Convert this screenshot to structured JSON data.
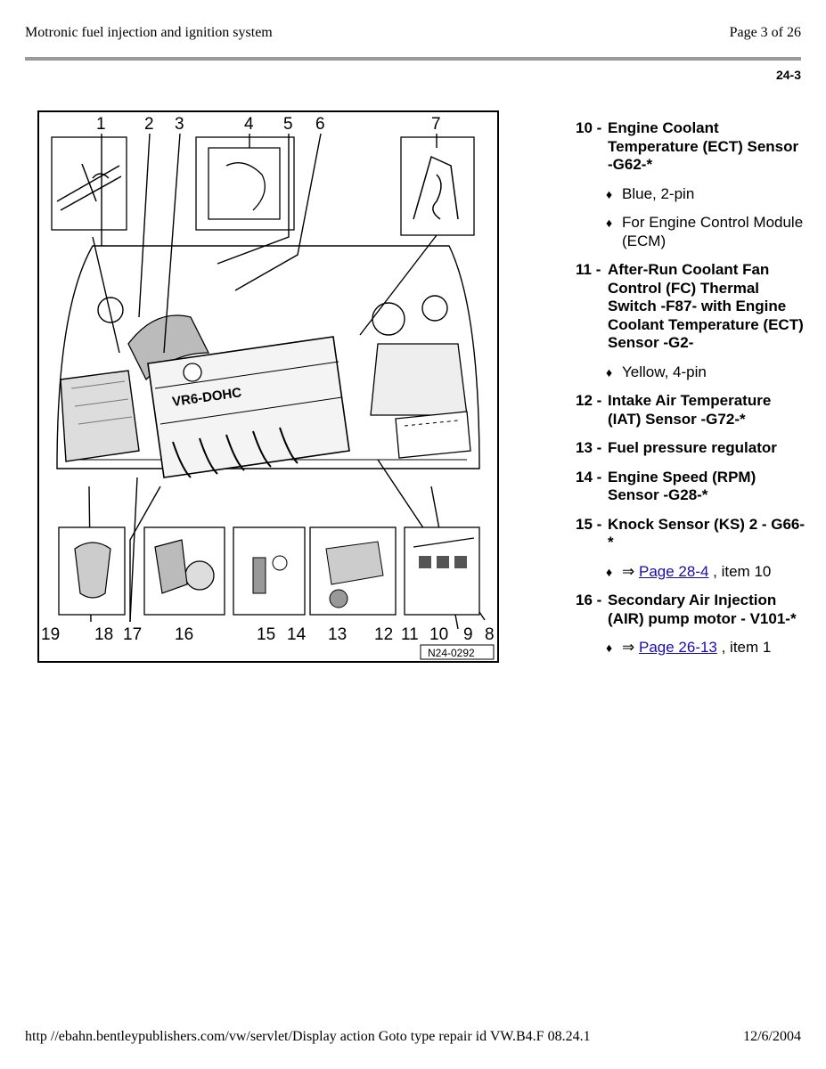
{
  "header": {
    "title": "Motronic fuel injection and ignition system",
    "page": "Page 3 of 26",
    "section_ref": "24-3"
  },
  "figure": {
    "top_callouts": [
      "1",
      "2",
      "3",
      "4",
      "5",
      "6",
      "7"
    ],
    "bottom_callouts": [
      "19",
      "18",
      "17",
      "16",
      "15",
      "14",
      "13",
      "12",
      "11",
      "10",
      "9",
      "8"
    ],
    "engine_label": "VR6-DOHC",
    "figure_code": "N24-0292"
  },
  "legend": {
    "items": [
      {
        "num": "10 -",
        "text": "Engine Coolant Temperature (ECT) Sensor -G62-*",
        "subs": [
          {
            "bullet": "♦",
            "text": "Blue, 2-pin"
          },
          {
            "bullet": "♦",
            "text": "For Engine Control Module (ECM)"
          }
        ]
      },
      {
        "num": "11 -",
        "text": "After-Run Coolant Fan Control (FC) Thermal Switch -F87- with Engine Coolant Temperature (ECT) Sensor -G2-",
        "subs": [
          {
            "bullet": "♦",
            "text": "Yellow, 4-pin"
          }
        ]
      },
      {
        "num": "12 -",
        "text": "Intake Air Temperature (IAT) Sensor -G72-*"
      },
      {
        "num": "13 -",
        "text": "Fuel pressure regulator"
      },
      {
        "num": "14 -",
        "text": "Engine Speed (RPM) Sensor -G28-*"
      },
      {
        "num": "15 -",
        "text": "Knock Sensor (KS) 2 - G66-*",
        "subs": [
          {
            "bullet": "♦",
            "arrow": "⇒",
            "link": "Page 28-4",
            "suffix": " , item 10"
          }
        ]
      },
      {
        "num": "16 -",
        "text": "Secondary Air Injection (AIR) pump motor - V101-*",
        "subs": [
          {
            "bullet": "♦",
            "arrow": "⇒",
            "link": "Page 26-13",
            "suffix": " , item 1"
          }
        ]
      }
    ]
  },
  "footer": {
    "url": "http //ebahn.bentleypublishers.com/vw/servlet/Display action Goto type repair id VW.B4.F 08.24.1",
    "date": "12/6/2004"
  }
}
